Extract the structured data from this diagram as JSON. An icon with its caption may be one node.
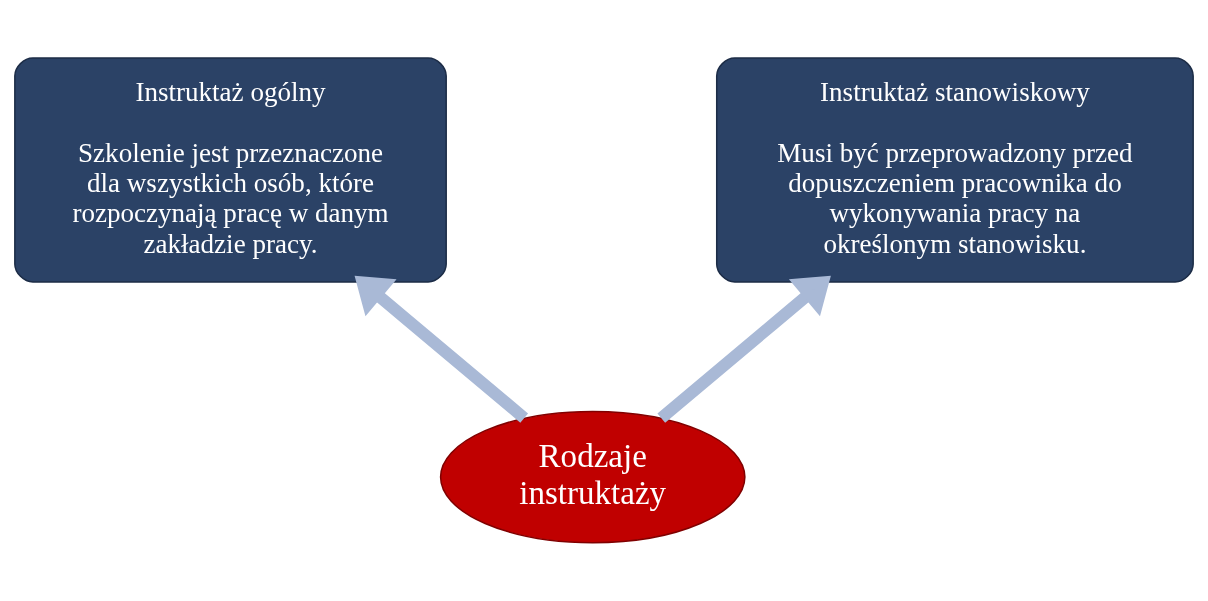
{
  "diagram": {
    "nodes": [
      {
        "text": [
          "Instruktaż ogólny",
          "Szkolenie jest przeznaczone dla wszystkich osób, które rozpoczynają pracę w danym zakładzie pracy."
        ]
      },
      {
        "text": [
          "Instruktaż stanowiskowy",
          "Musi być przeprowadzony przed dopuszczeniem pracownika do wykonywania pracy na określonym stanowisku."
        ]
      },
      {
        "text": [
          "Rodzaje instruktaży"
        ]
      }
    ],
    "edges": [
      {
        "from": 2,
        "to": 0,
        "arrow": "to"
      },
      {
        "from": 2,
        "to": 1,
        "arrow": "to"
      }
    ]
  }
}
